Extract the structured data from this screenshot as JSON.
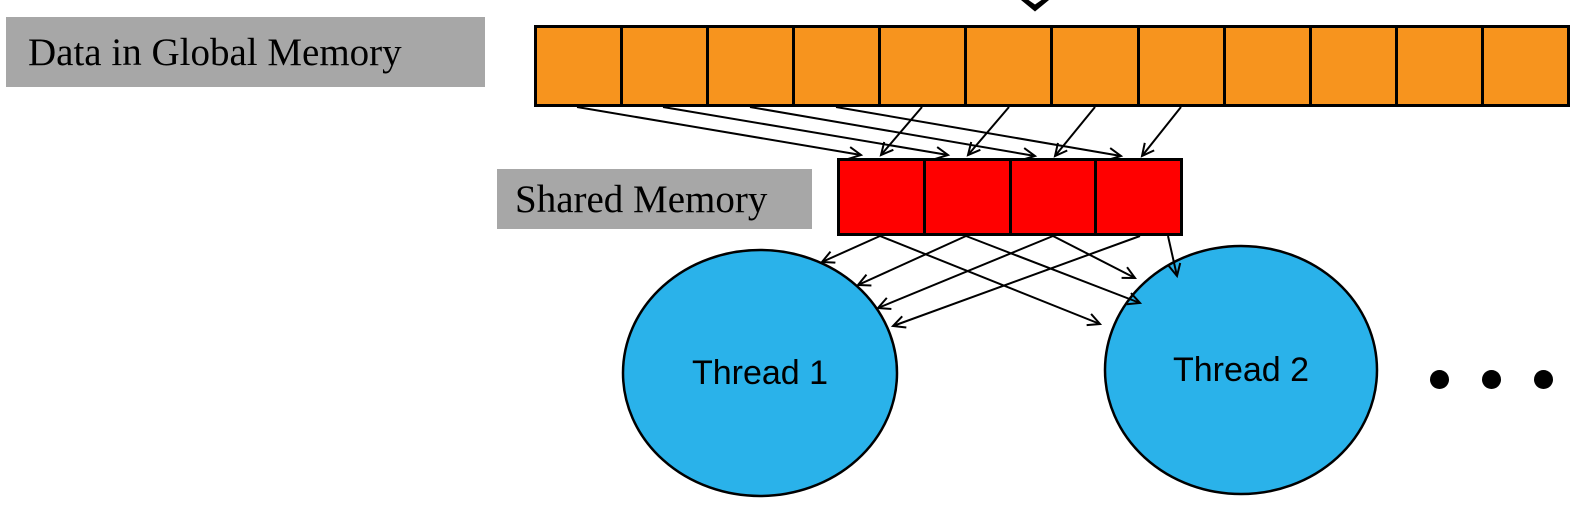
{
  "diagram": {
    "labels": {
      "global_memory": "Data in Global Memory",
      "shared_memory": "Shared Memory"
    },
    "memory": {
      "global": {
        "cell_count": 12
      },
      "shared": {
        "cell_count": 4
      }
    },
    "threads": [
      {
        "label": "Thread 1"
      },
      {
        "label": "Thread 2"
      }
    ],
    "ellipsis": {
      "dot_count": 3
    },
    "colors": {
      "global_cell": "#F7941E",
      "shared_cell": "#FF0000",
      "thread_fill": "#2AB2EA",
      "label_background": "#A7A7A7",
      "line": "#000000"
    },
    "arrows": {
      "global_to_shared": [
        [
          577,
          107,
          861,
          155
        ],
        [
          663,
          107,
          948,
          155
        ],
        [
          750,
          107,
          1035,
          156
        ],
        [
          836,
          107,
          1121,
          156
        ],
        [
          922,
          107,
          881,
          155
        ],
        [
          1009,
          107,
          968,
          155
        ],
        [
          1095,
          107,
          1055,
          156
        ],
        [
          1181,
          107,
          1142,
          156
        ]
      ],
      "shared_to_threads": [
        [
          880,
          236,
          822,
          262
        ],
        [
          966,
          236,
          858,
          285
        ],
        [
          1053,
          236,
          878,
          308
        ],
        [
          1140,
          236,
          893,
          326
        ],
        [
          880,
          236,
          1100,
          324
        ],
        [
          966,
          236,
          1140,
          303
        ],
        [
          1053,
          236,
          1135,
          278
        ],
        [
          1168,
          236,
          1177,
          276
        ]
      ]
    }
  }
}
